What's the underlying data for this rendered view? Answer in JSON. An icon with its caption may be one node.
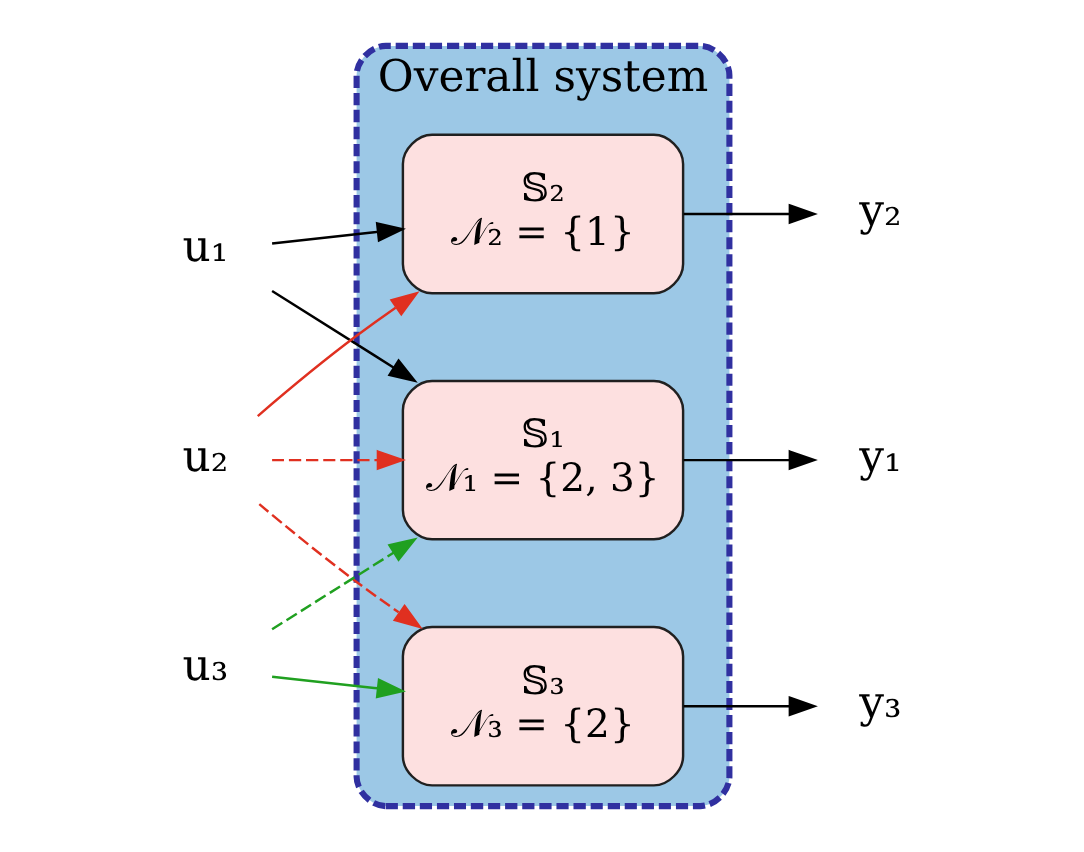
{
  "diagram": {
    "nodes": [
      {
        "text": [
          "Overall system"
        ]
      },
      {
        "text": [
          "u₁"
        ]
      },
      {
        "text": [
          "𝕊₁",
          "𝒩₁ = {2, 3}"
        ],
        "in": 0
      },
      {
        "text": [
          "y₁"
        ]
      },
      {
        "text": [
          "u₂"
        ]
      },
      {
        "text": [
          "𝕊₂",
          "𝒩₂ = {1}"
        ],
        "in": 0
      },
      {
        "text": [
          "y₂"
        ]
      },
      {
        "text": [
          "u₃"
        ]
      },
      {
        "text": [
          "𝕊₃",
          "𝒩₃ = {2}"
        ],
        "in": 0
      },
      {
        "text": [
          "y₃"
        ]
      }
    ],
    "edges": [
      {
        "from": 1,
        "to": 2,
        "arrow": "to"
      },
      {
        "from": 1,
        "to": 5,
        "arrow": "to"
      },
      {
        "from": 4,
        "to": 2,
        "arrow": "to",
        "style": "dashed",
        "color": "#e03020"
      },
      {
        "from": 4,
        "to": 5,
        "arrow": "to",
        "color": "#e03020"
      },
      {
        "from": 4,
        "to": 8,
        "arrow": "to",
        "style": "dashed",
        "color": "#e03020"
      },
      {
        "from": 7,
        "to": 2,
        "arrow": "to",
        "style": "dashed",
        "color": "#20a020"
      },
      {
        "from": 7,
        "to": 8,
        "arrow": "to",
        "color": "#20a020"
      },
      {
        "from": 2,
        "to": 3,
        "arrow": "to"
      },
      {
        "from": 5,
        "to": 6,
        "arrow": "to"
      },
      {
        "from": 8,
        "to": 9,
        "arrow": "to"
      }
    ]
  }
}
